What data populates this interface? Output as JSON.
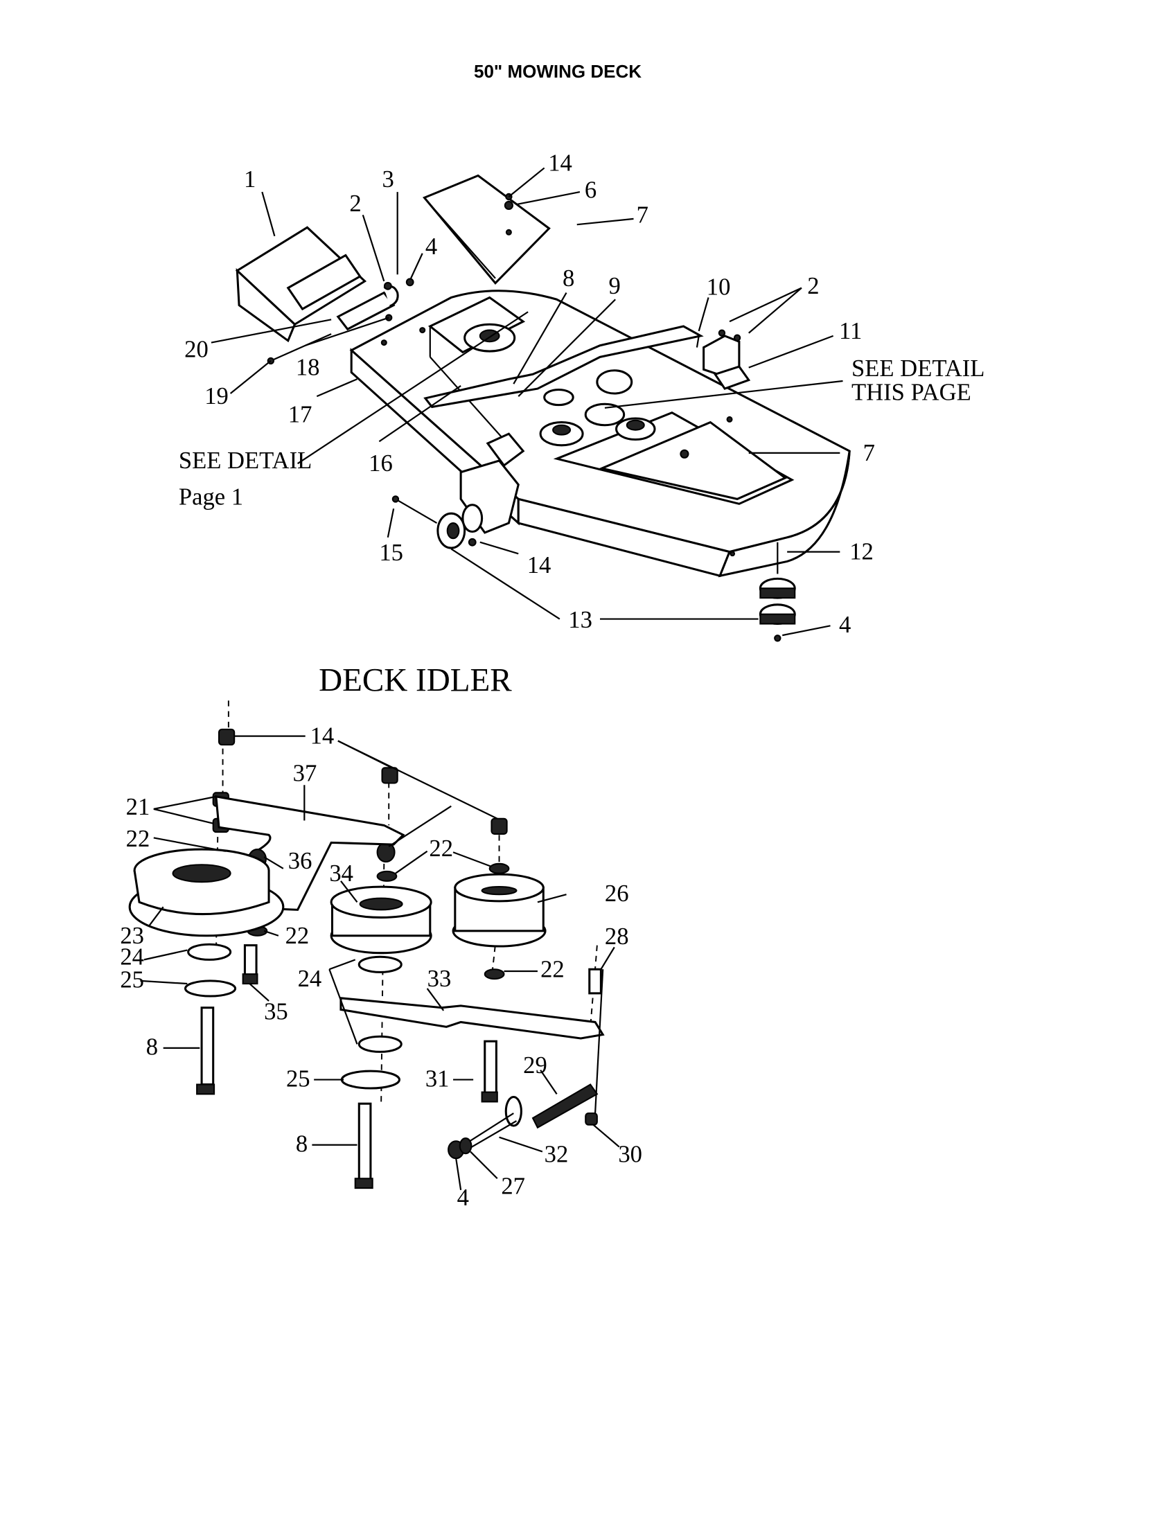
{
  "title": "50\" MOWING DECK",
  "deck": {
    "labels": [
      {
        "id": "1",
        "text": "1"
      },
      {
        "id": "2a",
        "text": "2"
      },
      {
        "id": "3",
        "text": "3"
      },
      {
        "id": "4a",
        "text": "4"
      },
      {
        "id": "14a",
        "text": "14"
      },
      {
        "id": "6",
        "text": "6"
      },
      {
        "id": "7a",
        "text": "7"
      },
      {
        "id": "8",
        "text": "8"
      },
      {
        "id": "9",
        "text": "9"
      },
      {
        "id": "10",
        "text": "10"
      },
      {
        "id": "2b",
        "text": "2"
      },
      {
        "id": "11",
        "text": "11"
      },
      {
        "id": "20",
        "text": "20"
      },
      {
        "id": "18",
        "text": "18"
      },
      {
        "id": "19",
        "text": "19"
      },
      {
        "id": "17",
        "text": "17"
      },
      {
        "id": "16",
        "text": "16"
      },
      {
        "id": "7b",
        "text": "7"
      },
      {
        "id": "15",
        "text": "15"
      },
      {
        "id": "14b",
        "text": "14"
      },
      {
        "id": "12",
        "text": "12"
      },
      {
        "id": "13",
        "text": "13"
      },
      {
        "id": "4b",
        "text": "4"
      }
    ],
    "see_detail_this_page": [
      "SEE DETAIL",
      "THIS PAGE"
    ],
    "see_detail_page": [
      "SEE DETAIL",
      "Page 1"
    ]
  },
  "idler": {
    "title": "DECK IDLER",
    "labels": [
      {
        "id": "14",
        "text": "14"
      },
      {
        "id": "37",
        "text": "37"
      },
      {
        "id": "21",
        "text": "21"
      },
      {
        "id": "22a",
        "text": "22"
      },
      {
        "id": "36",
        "text": "36"
      },
      {
        "id": "22b",
        "text": "22"
      },
      {
        "id": "34",
        "text": "34"
      },
      {
        "id": "26",
        "text": "26"
      },
      {
        "id": "23",
        "text": "23"
      },
      {
        "id": "22c",
        "text": "22"
      },
      {
        "id": "28",
        "text": "28"
      },
      {
        "id": "24a",
        "text": "24"
      },
      {
        "id": "22d",
        "text": "22"
      },
      {
        "id": "25a",
        "text": "25"
      },
      {
        "id": "33",
        "text": "33"
      },
      {
        "id": "35",
        "text": "35"
      },
      {
        "id": "24b",
        "text": "24"
      },
      {
        "id": "8a",
        "text": "8"
      },
      {
        "id": "29",
        "text": "29"
      },
      {
        "id": "25b",
        "text": "25"
      },
      {
        "id": "31",
        "text": "31"
      },
      {
        "id": "8b",
        "text": "8"
      },
      {
        "id": "32",
        "text": "32"
      },
      {
        "id": "30",
        "text": "30"
      },
      {
        "id": "27",
        "text": "27"
      },
      {
        "id": "4",
        "text": "4"
      }
    ]
  }
}
